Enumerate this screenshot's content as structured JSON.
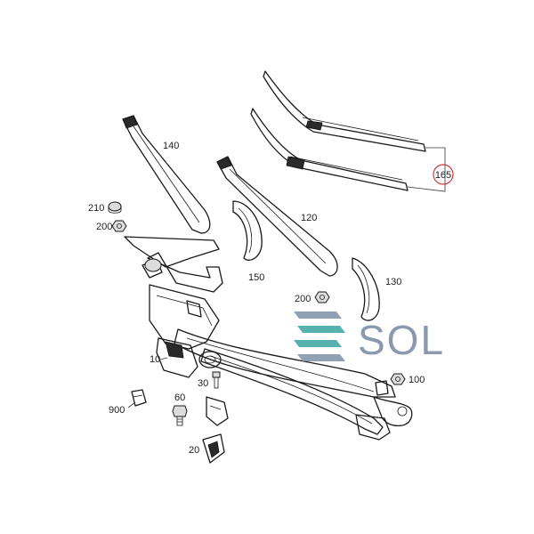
{
  "labels": {
    "p140": "140",
    "p120": "120",
    "p150": "150",
    "p130": "130",
    "p210": "210",
    "p200a": "200",
    "p200b": "200",
    "p10": "10",
    "p30": "30",
    "p60": "60",
    "p900": "900",
    "p20": "20",
    "p100": "100",
    "p165": "165"
  },
  "watermark": {
    "text": "SOL"
  },
  "colors": {
    "line": "#1a1a1a",
    "logo_blue": "#7e8fa6",
    "logo_teal": "#3aa3a0",
    "highlight_circle": "#d33a3a"
  }
}
